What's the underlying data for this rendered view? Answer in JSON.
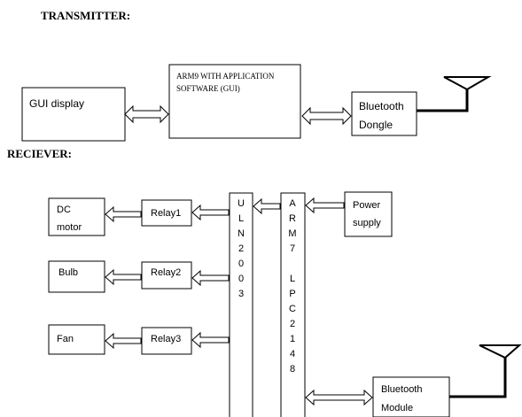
{
  "transmitter": {
    "heading": "TRANSMITTER:",
    "gui_display": "GUI display",
    "arm9_line1": "ARM9 WITH APPLICATION",
    "arm9_line2": "SOFTWARE (GUI)",
    "bt_dongle_line1": "Bluetooth",
    "bt_dongle_line2": "Dongle"
  },
  "receiver": {
    "heading": "RECIEVER:",
    "dc_motor_line1": "DC",
    "dc_motor_line2": "motor",
    "bulb": "Bulb",
    "fan": "Fan",
    "relay1": "Relay1",
    "relay2": "Relay2",
    "relay3": "Relay3",
    "uln_chars": [
      "U",
      "L",
      "N",
      "2",
      "0",
      "0",
      "3"
    ],
    "arm7_chars": [
      "A",
      "R",
      "M",
      "7",
      "",
      "L",
      "P",
      "C",
      "2",
      "1",
      "4",
      "8"
    ],
    "power_line1": "Power",
    "power_line2": "supply",
    "bt_module_line1": "Bluetooth",
    "bt_module_line2": "Module"
  }
}
